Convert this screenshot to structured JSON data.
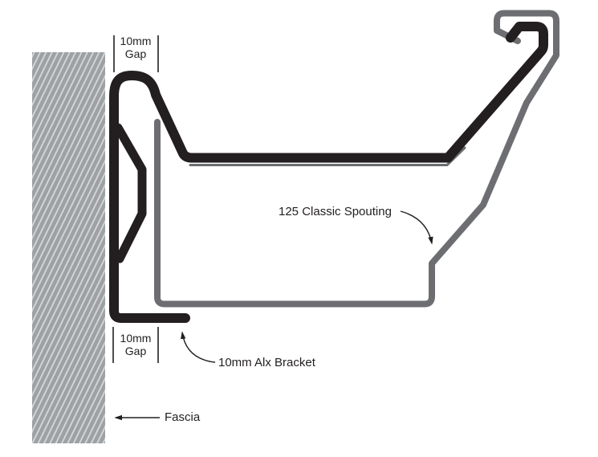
{
  "labels": {
    "top_gap": {
      "line1": "10mm",
      "line2": "Gap"
    },
    "bottom_gap": {
      "line1": "10mm",
      "line2": "Gap"
    },
    "spouting": "125 Classic Spouting",
    "bracket": "10mm Alx Bracket",
    "fascia": "Fascia"
  },
  "colors": {
    "bracket_black": "#231f20",
    "spouting_gray": "#6d6e71",
    "fascia_base": "#9ea1a4",
    "fascia_stripe": "#d3d5d6",
    "text": "#231f20",
    "background": "#ffffff"
  }
}
